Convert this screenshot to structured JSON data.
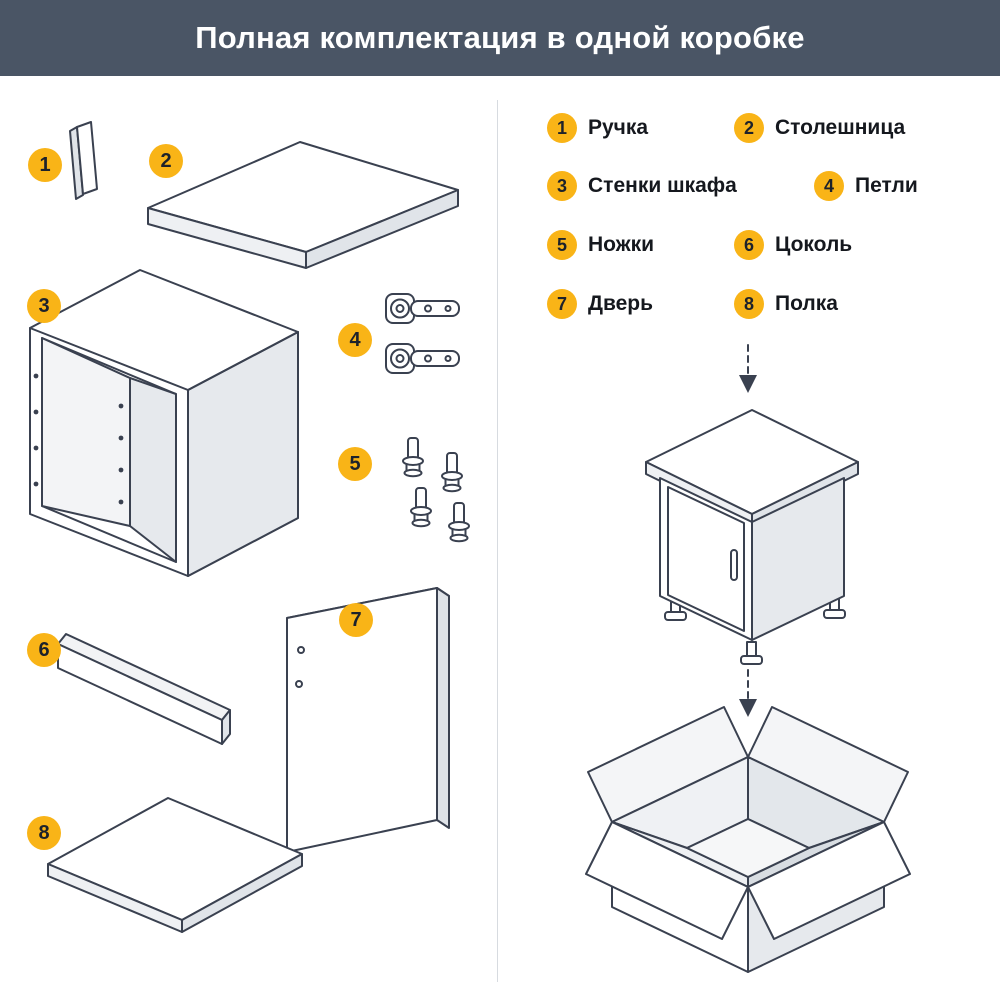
{
  "title": "Полная комплектация в одной коробке",
  "colors": {
    "header_bg": "#4a5565",
    "badge_yellow": "#f9b417",
    "outline_dark": "#3a4150",
    "shade_gray": "#e6e9ed",
    "divider": "#d7dbe0"
  },
  "icons": {
    "arrow_down": "dashed-down-arrow"
  },
  "parts": [
    {
      "num": "1",
      "label": "Ручка"
    },
    {
      "num": "2",
      "label": "Столешница"
    },
    {
      "num": "3",
      "label": "Стенки шкафа"
    },
    {
      "num": "4",
      "label": "Петли"
    },
    {
      "num": "5",
      "label": "Ножки"
    },
    {
      "num": "6",
      "label": "Цоколь"
    },
    {
      "num": "7",
      "label": "Дверь"
    },
    {
      "num": "8",
      "label": "Полка"
    }
  ]
}
